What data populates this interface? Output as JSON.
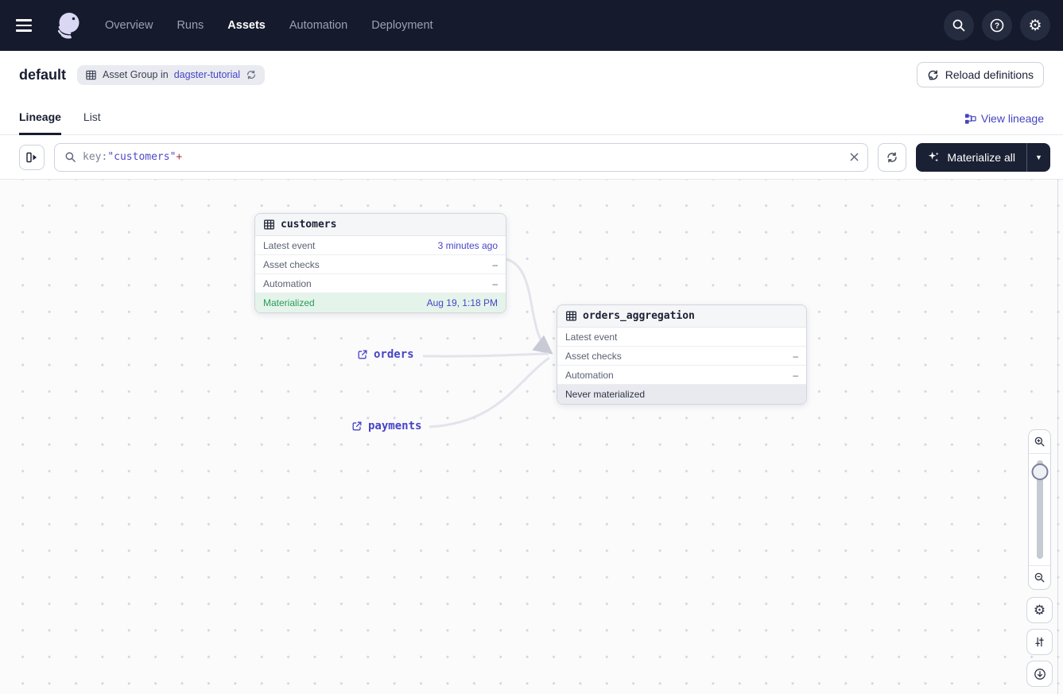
{
  "navbar": {
    "items": [
      {
        "label": "Overview"
      },
      {
        "label": "Runs"
      },
      {
        "label": "Assets"
      },
      {
        "label": "Automation"
      },
      {
        "label": "Deployment"
      }
    ],
    "active": "Assets",
    "icons": [
      "hamburger-icon",
      "dagster-logo",
      "search-icon",
      "help-icon",
      "gear-icon"
    ]
  },
  "header": {
    "title": "default",
    "badge": {
      "prefix": "Asset Group in",
      "link": "dagster-tutorial",
      "icon": "asset-group-icon",
      "refresh_icon": "sync-icon"
    },
    "reload_label": "Reload definitions"
  },
  "tabs": {
    "items": [
      {
        "label": "Lineage"
      },
      {
        "label": "List"
      }
    ],
    "active": "Lineage",
    "view_lineage_label": "View lineage"
  },
  "toolbar": {
    "search": {
      "key_prefix": "key:",
      "quoted": "\"customers\"",
      "suffix": "+"
    },
    "materialize_label": "Materialize all"
  },
  "graph": {
    "nodes": [
      {
        "title": "customers",
        "rows": [
          {
            "label": "Latest event",
            "value": "3 minutes ago"
          },
          {
            "label": "Asset checks",
            "value": "–"
          },
          {
            "label": "Automation",
            "value": "–"
          }
        ],
        "status": {
          "label": "Materialized",
          "value": "Aug 19, 1:18 PM",
          "kind": "success"
        }
      },
      {
        "title": "orders_aggregation",
        "rows": [
          {
            "label": "Latest event",
            "value": ""
          },
          {
            "label": "Asset checks",
            "value": "–"
          },
          {
            "label": "Automation",
            "value": "–"
          }
        ],
        "status": {
          "label": "Never materialized",
          "value": "",
          "kind": "never"
        }
      }
    ],
    "external_assets": [
      {
        "label": "orders"
      },
      {
        "label": "payments"
      }
    ]
  },
  "colors": {
    "navbar_bg": "#151a2c",
    "accent_link": "#4645c7",
    "success_green": "#2c9a5b",
    "success_bg": "#e4f4ea",
    "never_bg": "#e9eaef",
    "edge": "#e3e4eb",
    "query_red": "#b03a37",
    "dark_button": "#1b2134"
  }
}
